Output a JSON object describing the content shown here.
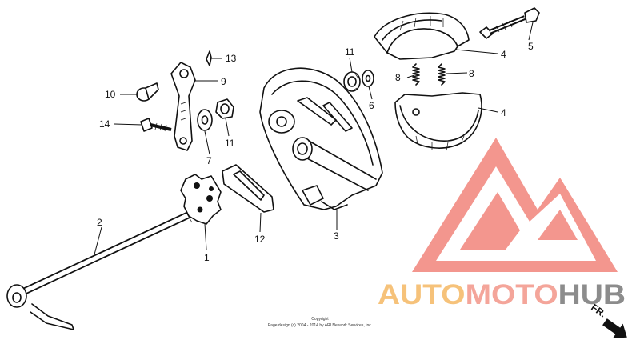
{
  "callouts": {
    "c1": "1",
    "c2": "2",
    "c3": "3",
    "c4a": "4",
    "c4b": "4",
    "c5": "5",
    "c6": "6",
    "c7": "7",
    "c8a": "8",
    "c8b": "8",
    "c9": "9",
    "c10": "10",
    "c11a": "11",
    "c11b": "11",
    "c12": "12",
    "c13": "13",
    "c14": "14"
  },
  "copyright": {
    "line1": "Copyright",
    "line2": "Page design (c) 2004 - 2014 by ARI Network Services, Inc."
  },
  "watermark": {
    "part1": "AUTO",
    "part2": "MOTO",
    "part3": "HUB",
    "colors": {
      "auto": "#f6c27a",
      "moto": "#f4a59a",
      "hub": "#8c8c8c",
      "logo": "#f28b82"
    }
  },
  "direction_marker": {
    "label": "FR."
  }
}
